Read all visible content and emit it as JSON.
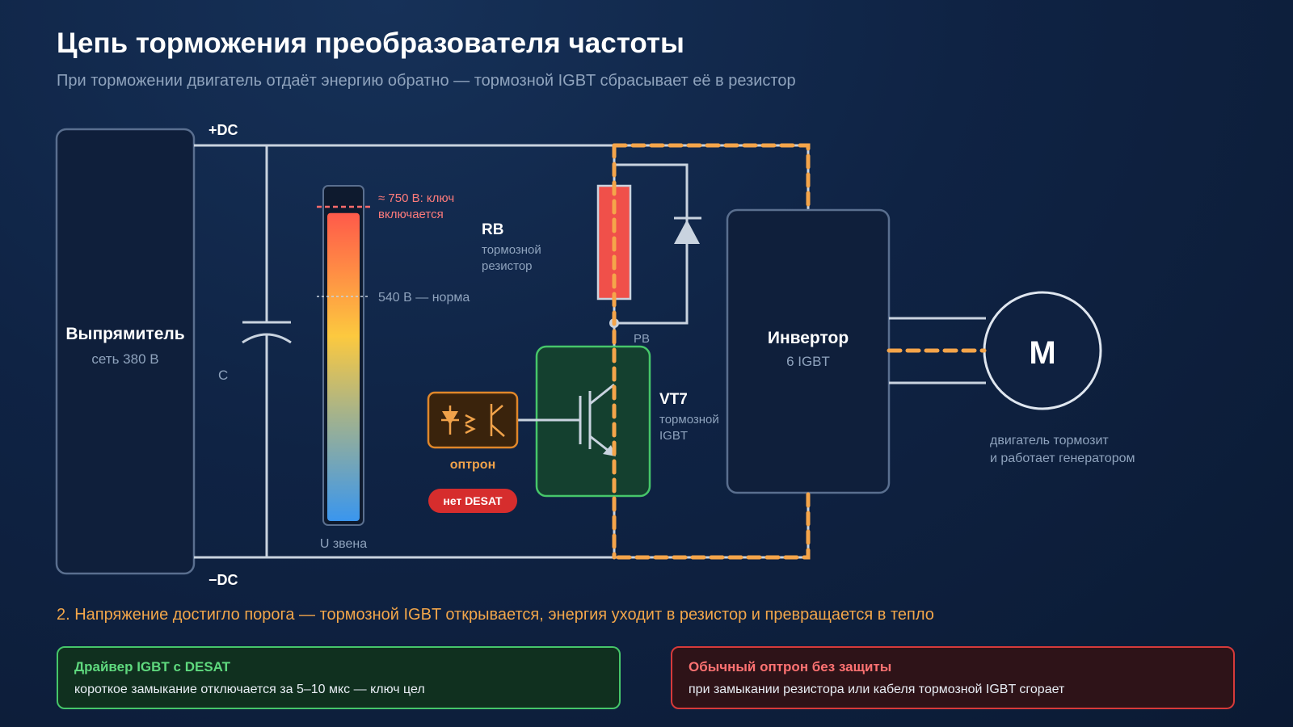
{
  "header": {
    "title": "Цепь торможения преобразователя частоты",
    "subtitle": "При торможении двигатель отдаёт энергию обратно — тормозной IGBT сбрасывает её в резистор"
  },
  "bus": {
    "plus": "+DC",
    "minus": "−DC"
  },
  "rectifier": {
    "name": "Выпрямитель",
    "sub": "сеть 380 В"
  },
  "capacitor": {
    "label": "C"
  },
  "gauge": {
    "label": "U звена",
    "threshold_line1": "≈ 750 В: ключ",
    "threshold_line2": "включается",
    "nominal": "540 В — норма",
    "level": 0.93
  },
  "resistor": {
    "name": "RB",
    "sub_line1": "тормозной",
    "sub_line2": "резистор",
    "node_label": "PB"
  },
  "optocoupler": {
    "label": "оптрон",
    "badge": "нет DESAT"
  },
  "brake_igbt": {
    "name": "VT7",
    "sub_line1": "тормозной",
    "sub_line2": "IGBT"
  },
  "inverter": {
    "name": "Инвертор",
    "sub": "6 IGBT"
  },
  "motor": {
    "symbol": "M",
    "caption_line1": "двигатель тормозит",
    "caption_line2": "и работает генератором"
  },
  "step_text": "2. Напряжение достигло порога — тормозной IGBT открывается, энергия уходит в резистор и превращается в тепло",
  "cards": {
    "good": {
      "title": "Драйвер IGBT с DESAT",
      "text": "короткое замыкание отключается за 5–10 мкс — ключ цел"
    },
    "bad": {
      "title": "Обычный оптрон без защиты",
      "text": "при замыкании резистора или кабеля тормозной IGBT сгорает"
    }
  },
  "colors": {
    "wire": "#c9d3df",
    "current_path": "#f5a54a",
    "resistor": "#f0504a",
    "igbt_box": "#46c66a",
    "optocoupler": "#e0872a",
    "threshold": "#ff6b6b",
    "badge": "#d62d2d"
  }
}
